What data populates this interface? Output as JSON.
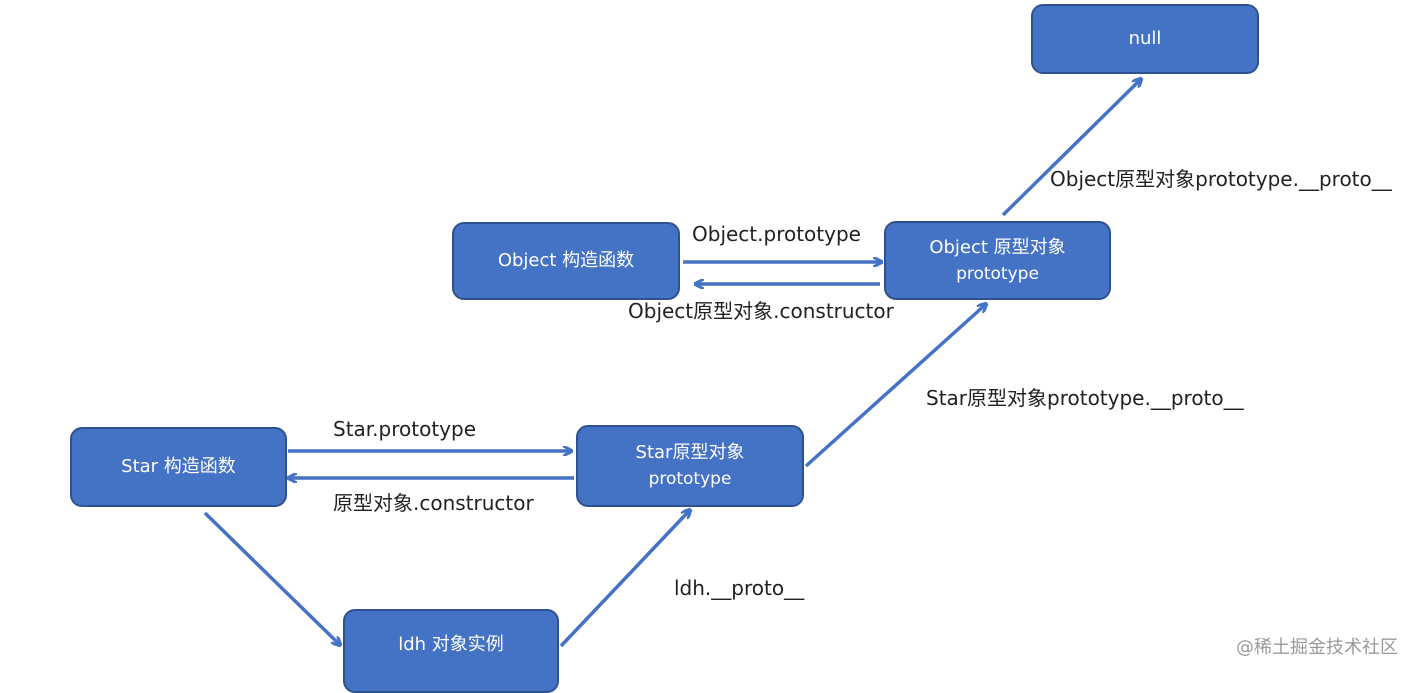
{
  "nodes": {
    "null_box": {
      "line1": "null"
    },
    "object_constructor": {
      "line1": "Object 构造函数"
    },
    "object_prototype": {
      "line1": "Object 原型对象",
      "line2": "prototype"
    },
    "star_constructor": {
      "line1": "Star 构造函数"
    },
    "star_prototype": {
      "line1": "Star原型对象",
      "line2": "prototype"
    },
    "ldh_instance": {
      "line1": "ldh 对象实例"
    }
  },
  "edge_labels": {
    "object_proto_to_null": "Object原型对象prototype.__proto__",
    "object_prototype": "Object.prototype",
    "object_constructor_back": "Object原型对象.constructor",
    "star_proto_to_object": "Star原型对象prototype.__proto__",
    "star_prototype": "Star.prototype",
    "star_constructor_back": "原型对象.constructor",
    "ldh_proto": "ldh.__proto__"
  },
  "watermark": "@稀土掘金技术社区",
  "colors": {
    "node_fill": "#4472c4",
    "node_border": "#2f528f",
    "arrow": "#4472c4",
    "text": "#222222"
  }
}
